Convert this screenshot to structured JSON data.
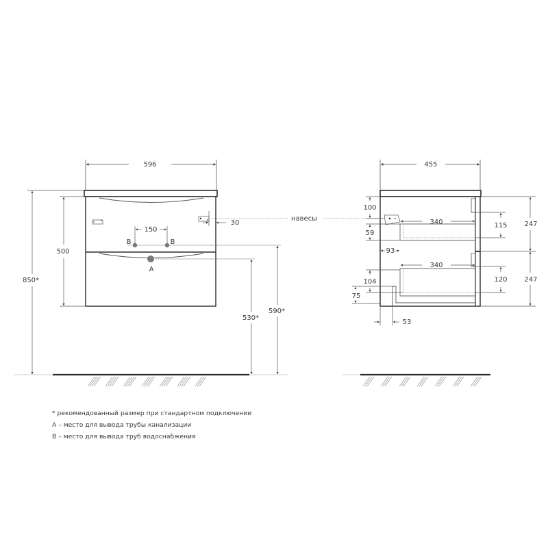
{
  "front_view": {
    "width_label": "596",
    "body_height_label": "500",
    "total_height_label": "850*",
    "pipe_spacing_label": "150",
    "hinge_offset_label": "30",
    "drain_height_label": "530*",
    "water_height_label": "590*",
    "point_a_label": "A",
    "point_b_left_label": "B",
    "point_b_right_label": "B"
  },
  "hinges_label": "навесы",
  "side_view": {
    "depth_label": "455",
    "hinge_top_label": "100",
    "hinge_gap_label": "59",
    "drawer_top_depth_label": "340",
    "drawer_bottom_depth_label": "340",
    "drawer_offset_label": "93",
    "drawer_top_height_label": "115",
    "drawer_bottom_height_label": "120",
    "facade_top_label": "247",
    "facade_bottom_label": "247",
    "cutout_height_label": "104",
    "plinth_label": "75",
    "cutout_width_label": "53"
  },
  "notes": [
    "* рекомендованный размер при стандартном подключении",
    "A – место для вывода трубы канализации",
    "B – место для вывода труб водоснабжения"
  ],
  "colors": {
    "outline": "#2b2b2b",
    "dim_line": "#555555",
    "pipe_fill": "#777777",
    "hatch": "#9a9a9a"
  }
}
